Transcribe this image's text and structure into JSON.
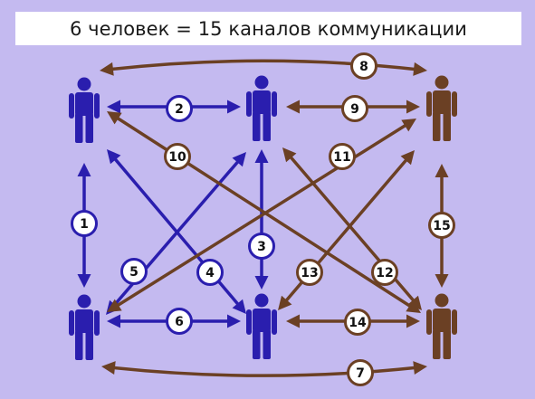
{
  "title": "6 человек = 15 каналов коммуникации",
  "colors": {
    "blue": "#2a1eae",
    "brown": "#6b4024",
    "background": "#c4baf0",
    "badge_fill": "#ffffff"
  },
  "people": [
    {
      "id": "p1",
      "color": "blue"
    },
    {
      "id": "p2",
      "color": "blue"
    },
    {
      "id": "p3",
      "color": "brown"
    },
    {
      "id": "p4",
      "color": "blue"
    },
    {
      "id": "p5",
      "color": "blue"
    },
    {
      "id": "p6",
      "color": "brown"
    }
  ],
  "channels": [
    {
      "label": "1",
      "from": "p1",
      "to": "p4",
      "color": "blue"
    },
    {
      "label": "2",
      "from": "p1",
      "to": "p2",
      "color": "blue"
    },
    {
      "label": "3",
      "from": "p2",
      "to": "p5",
      "color": "blue"
    },
    {
      "label": "4",
      "from": "p1",
      "to": "p5",
      "color": "blue"
    },
    {
      "label": "5",
      "from": "p2",
      "to": "p4",
      "color": "blue"
    },
    {
      "label": "6",
      "from": "p4",
      "to": "p5",
      "color": "blue"
    },
    {
      "label": "7",
      "from": "p4",
      "to": "p6",
      "color": "brown"
    },
    {
      "label": "8",
      "from": "p1",
      "to": "p3",
      "color": "brown"
    },
    {
      "label": "9",
      "from": "p2",
      "to": "p3",
      "color": "brown"
    },
    {
      "label": "10",
      "from": "p1",
      "to": "p6",
      "color": "brown"
    },
    {
      "label": "11",
      "from": "p3",
      "to": "p4",
      "color": "brown"
    },
    {
      "label": "12",
      "from": "p2",
      "to": "p6",
      "color": "brown"
    },
    {
      "label": "13",
      "from": "p3",
      "to": "p5",
      "color": "brown"
    },
    {
      "label": "14",
      "from": "p5",
      "to": "p6",
      "color": "brown"
    },
    {
      "label": "15",
      "from": "p3",
      "to": "p6",
      "color": "brown"
    }
  ]
}
